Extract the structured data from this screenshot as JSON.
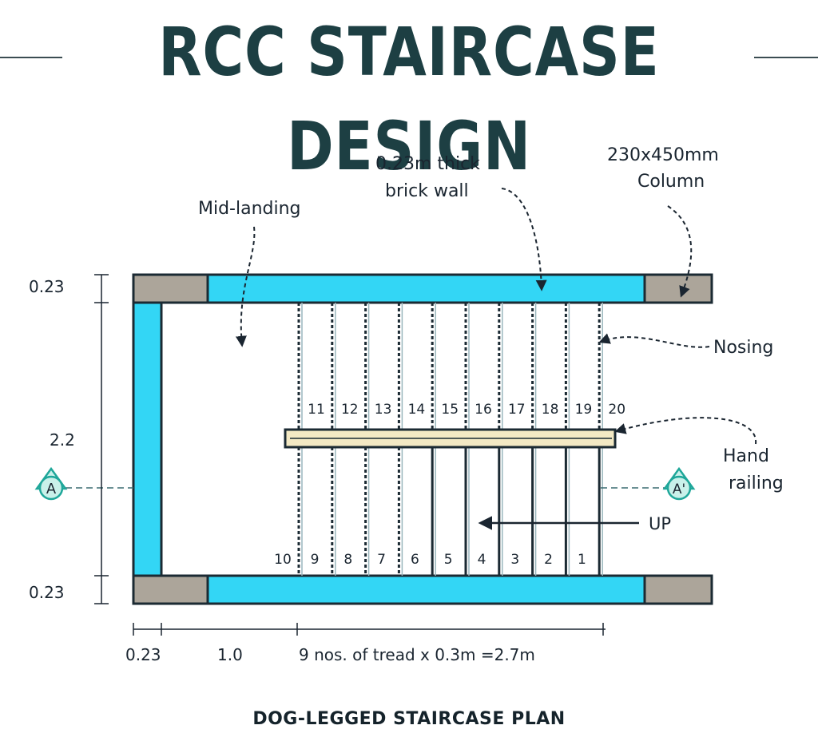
{
  "title": "RCC STAIRCASE DESIGN",
  "caption": "DOG-LEGGED STAIRCASE PLAN",
  "labels": {
    "mid_landing": "Mid-landing",
    "brick_wall_line1": "0.23m thick",
    "brick_wall_line2": "brick wall",
    "column_line1": "230x450mm",
    "column_line2": "Column",
    "nosing": "Nosing",
    "hand_railing_line1": "Hand",
    "hand_railing_line2": "railing",
    "up": "UP",
    "section_left": "A",
    "section_right": "A'"
  },
  "dimensions": {
    "top_wall": "0.23",
    "width": "2.2",
    "bottom_wall": "0.23",
    "left_wall": "0.23",
    "landing": "1.0",
    "flight": "9 nos. of tread x 0.3m =2.7m"
  },
  "steps_upper": [
    "11",
    "12",
    "13",
    "14",
    "15",
    "16",
    "17",
    "18",
    "19",
    "20"
  ],
  "steps_lower": [
    "10",
    "9",
    "8",
    "7",
    "6",
    "5",
    "4",
    "3",
    "2",
    "1"
  ],
  "colors": {
    "wall": "#33d6f5",
    "column": "#aca59a",
    "outline": "#1b2a33",
    "railing": "#f3e9c4",
    "title": "#1d3f43",
    "section_marker": "#1fa79a"
  }
}
